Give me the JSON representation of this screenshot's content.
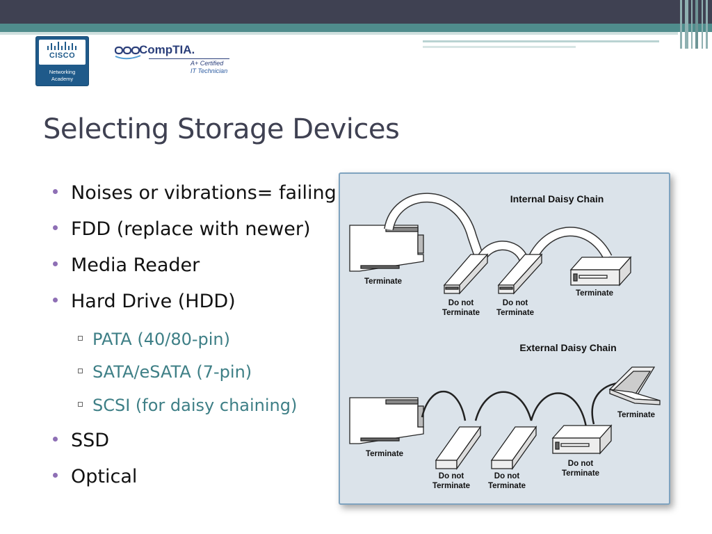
{
  "logos": {
    "cisco": {
      "wordmark": "CISCO",
      "subtitle_line1": "Networking",
      "subtitle_line2": "Academy"
    },
    "comptia": {
      "wordmark": "CompTIA.",
      "certified": "A+ Certified",
      "technician": "IT Technician"
    }
  },
  "slide": {
    "title": "Selecting Storage Devices",
    "bullets": [
      {
        "text": "Noises or vibrations= failing",
        "level": 1
      },
      {
        "text": "FDD (replace with newer)",
        "level": 1
      },
      {
        "text": "Media Reader",
        "level": 1
      },
      {
        "text": "Hard Drive (HDD)",
        "level": 1
      },
      {
        "text": "PATA (40/80-pin)",
        "level": 2
      },
      {
        "text": "SATA/eSATA (7-pin)",
        "level": 2
      },
      {
        "text": "SCSI (for daisy chaining)",
        "level": 2
      },
      {
        "text": "SSD",
        "level": 1
      },
      {
        "text": "Optical",
        "level": 1
      }
    ]
  },
  "diagram": {
    "internal_title": "Internal Daisy Chain",
    "external_title": "External Daisy Chain",
    "terminate": "Terminate",
    "do_not": "Do not",
    "terminate_word": "Terminate"
  },
  "colors": {
    "topbar": "#3f4152",
    "teal": "#4f8c8c",
    "bullet_dot": "#8e6fb5",
    "sub_bullet_text": "#3e7f86"
  }
}
